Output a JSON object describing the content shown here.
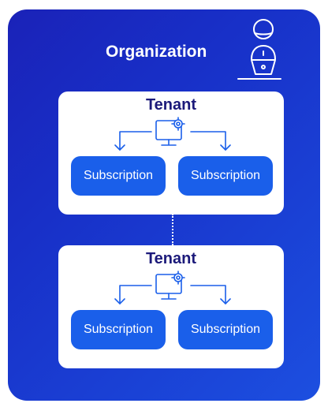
{
  "organization": {
    "label": "Organization"
  },
  "tenants": [
    {
      "label": "Tenant",
      "subscriptions": [
        "Subscription",
        "Subscription"
      ]
    },
    {
      "label": "Tenant",
      "subscriptions": [
        "Subscription",
        "Subscription"
      ]
    }
  ],
  "icons": {
    "organization": "person-at-laptop-icon",
    "tenant": "monitor-gear-icon",
    "arrows": "down-arrow-icon"
  },
  "colors": {
    "organization_bg": "#1a22b8",
    "tenant_bg": "#ffffff",
    "tenant_title": "#1c1a7a",
    "subscription_bg": "#1a5fea",
    "text_light": "#ffffff"
  }
}
